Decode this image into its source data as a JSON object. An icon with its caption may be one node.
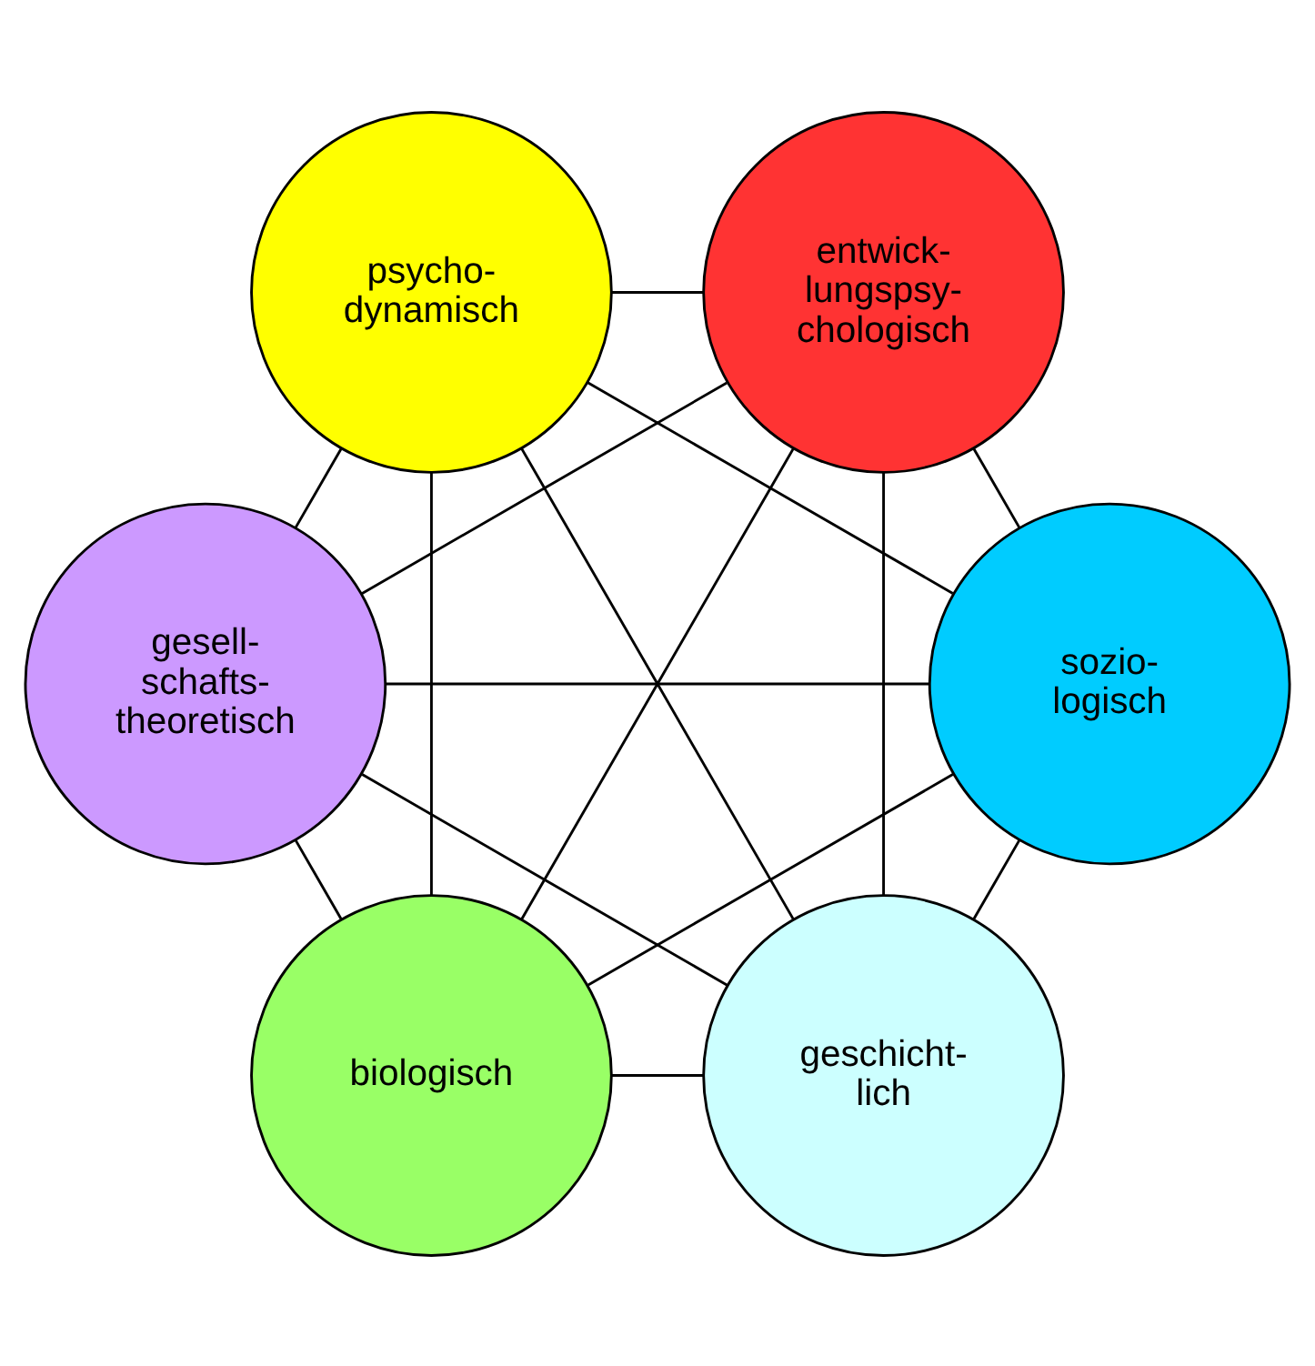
{
  "diagram": {
    "nodes": [
      {
        "text": [
          "geschicht- lich"
        ]
      },
      {
        "text": [
          "sozio- logisch"
        ]
      },
      {
        "text": [
          "gesell- schafts- theoretisch"
        ]
      },
      {
        "text": [
          "psycho- dynamisch"
        ]
      },
      {
        "text": [
          "entwick- lungspsy- chologisch"
        ]
      },
      {
        "text": [
          "biologisch"
        ]
      }
    ],
    "edges": [
      {
        "from": 0,
        "to": 2,
        "arrow": "none"
      },
      {
        "from": 2,
        "to": 4,
        "arrow": "none"
      },
      {
        "from": 4,
        "to": 5,
        "arrow": "none"
      },
      {
        "from": 5,
        "to": 3,
        "arrow": "none"
      },
      {
        "from": 3,
        "to": 1,
        "arrow": "none"
      },
      {
        "from": 1,
        "to": 0,
        "arrow": "none"
      },
      {
        "from": 0,
        "to": 3,
        "arrow": "none"
      },
      {
        "from": 0,
        "to": 4,
        "arrow": "none"
      },
      {
        "from": 3,
        "to": 4,
        "arrow": "none"
      },
      {
        "from": 1,
        "to": 2,
        "arrow": "none"
      },
      {
        "from": 1,
        "to": 5,
        "arrow": "none"
      },
      {
        "from": 2,
        "to": 5,
        "arrow": "none"
      },
      {
        "from": 0,
        "to": 5,
        "arrow": "none"
      },
      {
        "from": 1,
        "to": 4,
        "arrow": "none"
      },
      {
        "from": 2,
        "to": 3,
        "arrow": "none"
      }
    ]
  }
}
